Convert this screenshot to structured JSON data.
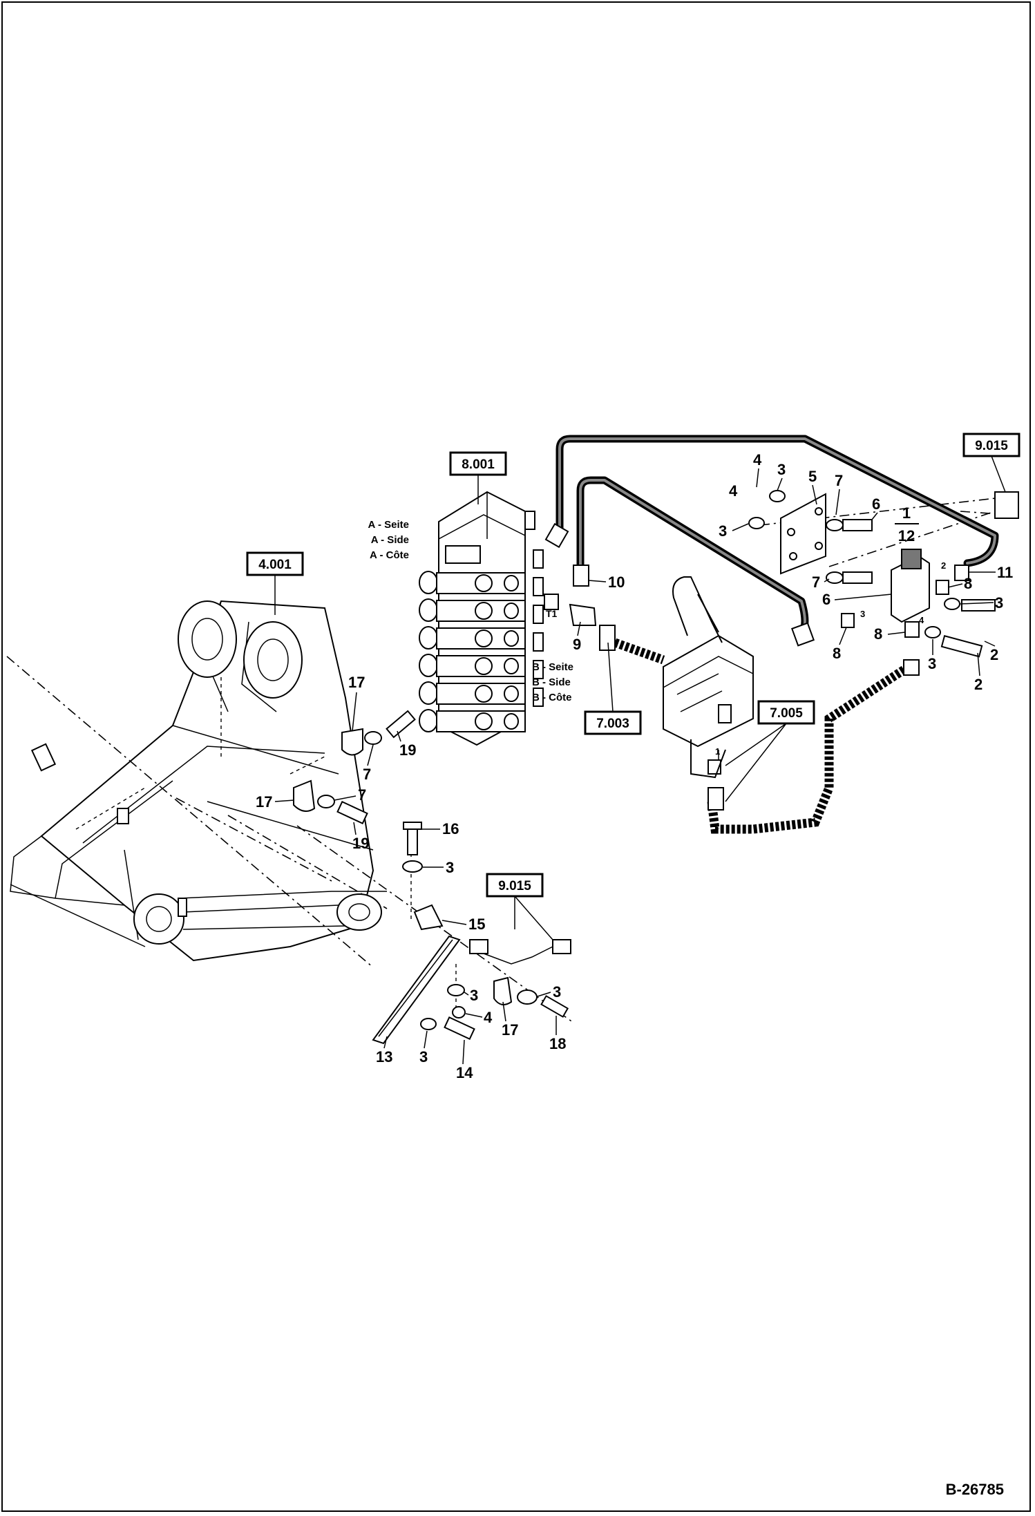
{
  "sheet": {
    "code": "B-26785"
  },
  "references": {
    "frame": "4.001",
    "control_valve": "8.001",
    "hose_a": "7.003",
    "hose_b": "7.005",
    "switch_top": "9.015",
    "switch_bottom": "9.015"
  },
  "side_labels": {
    "a": [
      "A - Seite",
      "A - Side",
      "A - Côte"
    ],
    "b": [
      "B - Seite",
      "B - Side",
      "B - Côte"
    ]
  },
  "port_labels": {
    "t1": "T1",
    "p1": "1",
    "p2": "2",
    "p3": "3",
    "p4": "4"
  },
  "callouts": {
    "c1": "1",
    "c12": "12",
    "c2a": "2",
    "c2b": "2",
    "c3a": "3",
    "c3b": "3",
    "c3c": "3",
    "c3d": "3",
    "c3e": "3",
    "c3f": "3",
    "c3g": "3",
    "c3h": "3",
    "c4a": "4",
    "c4b": "4",
    "c4c": "4",
    "c5": "5",
    "c6a": "6",
    "c6b": "6",
    "c7a": "7",
    "c7b": "7",
    "c7c": "7",
    "c7d": "7",
    "c8a": "8",
    "c8b": "8",
    "c8c": "8",
    "c9": "9",
    "c10": "10",
    "c11": "11",
    "c13": "13",
    "c14": "14",
    "c15": "15",
    "c16": "16",
    "c17a": "17",
    "c17b": "17",
    "c17c": "17",
    "c18": "18",
    "c19a": "19",
    "c19b": "19"
  }
}
